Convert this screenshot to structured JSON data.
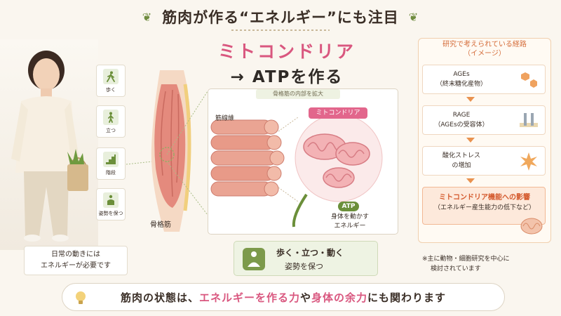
{
  "title": {
    "text": "筋肉が作る“エネルギー”にも注目"
  },
  "headline": {
    "line1": "ミトコンドリア",
    "line2": "→ ATPを作る"
  },
  "activities": [
    {
      "label": "歩く",
      "icon": "walking-icon"
    },
    {
      "label": "立つ",
      "icon": "standing-icon"
    },
    {
      "label": "階段",
      "icon": "stairs-icon"
    },
    {
      "label": "姿勢を保つ",
      "icon": "sitting-icon"
    }
  ],
  "left_note": {
    "line1": "日常の動きには",
    "line2": "エネルギーが必要です"
  },
  "muscle_label": "骨格筋",
  "zoom": {
    "header": "骨格筋の内部を拡大",
    "bundle_label": "筋線維",
    "mito_label": "ミトコンドリア",
    "atp_badge": "ATP",
    "atp_line1": "身体を動かす",
    "atp_line2": "エネルギー"
  },
  "action": {
    "line1": "歩く・立つ・動く",
    "line2": "姿勢を保つ"
  },
  "pathway": {
    "title_line1": "研究で考えられている経路",
    "title_line2": "（イメージ）",
    "steps": [
      {
        "line1": "AGEs",
        "line2": "（終末糖化産物）"
      },
      {
        "line1": "RAGE",
        "line2": "（AGEsの受容体）"
      },
      {
        "line1": "酸化ストレス",
        "line2": "の増加"
      }
    ],
    "final": {
      "line1": "ミトコンドリア機能への影響",
      "line2": "（エネルギー産生能力の低下など）"
    }
  },
  "footnote": {
    "line1": "※主に動物・細胞研究を中心に",
    "line2": "検討されています"
  },
  "banner": {
    "part1": "筋肉の状態は、",
    "highlight1": "エネルギーを作る力",
    "part2": "や",
    "highlight2": "身体の余力",
    "part3": "にも関わります"
  },
  "colors": {
    "accent_pink": "#d9577f",
    "accent_green": "#6b8f3a",
    "accent_orange": "#e9924f",
    "background": "#faf6ef"
  }
}
